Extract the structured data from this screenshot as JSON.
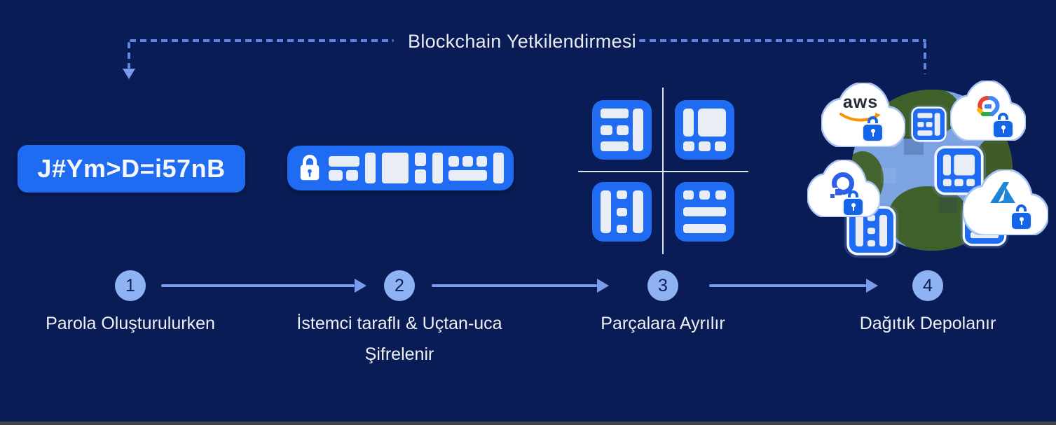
{
  "title": "Blockchain Yetkilendirmesi",
  "step1": {
    "password": "J#Ym>D=i57nB"
  },
  "steps": [
    {
      "number": "1",
      "label": "Parola Oluşturulurken"
    },
    {
      "number": "2",
      "label": "İstemci taraflı & Uçtan-uca",
      "label_line2": "Şifrelenir"
    },
    {
      "number": "3",
      "label": "Parçalara Ayrılır"
    },
    {
      "number": "4",
      "label": "Dağıtık Depolanır"
    }
  ],
  "step4": {
    "providers": [
      {
        "name": "aws-cloud-icon",
        "label": "aws"
      },
      {
        "name": "google-cloud-icon"
      },
      {
        "name": "digitalocean-cloud-icon"
      },
      {
        "name": "azure-cloud-icon"
      }
    ]
  },
  "colors": {
    "background": "#0a1c55",
    "accent_blue": "#1f6bf2",
    "light_blue": "#8fb2f3",
    "arrow_blue": "#7b9bec",
    "dashed_blue": "#6184dd",
    "chunk_white": "#e9edf5",
    "globe_blue": "#7ca4e2",
    "continent_green": "#40602a"
  }
}
